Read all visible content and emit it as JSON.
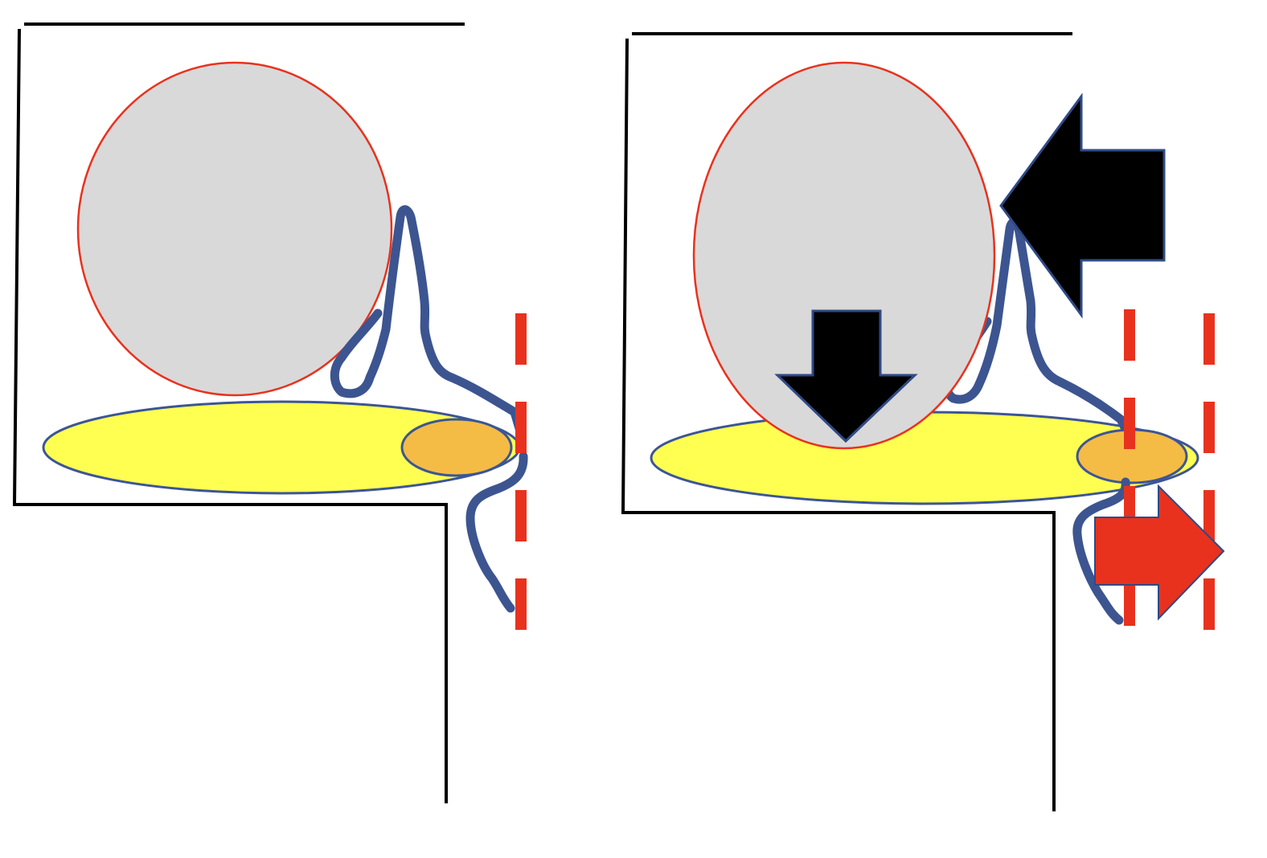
{
  "colors": {
    "background": "#ffffff",
    "outline": "#000000",
    "sphere_fill": "#d9d9d9",
    "sphere_stroke": "#e8321e",
    "plate_fill": "#ffff52",
    "plate_stroke": "#3c5596",
    "pad_fill": "#f4bc45",
    "strap": "#3c5590",
    "reference_line": "#e8321e",
    "force_arrow": "#000000",
    "force_arrow_stroke": "#2f4a86",
    "displacement_arrow": "#e8321e"
  },
  "panels": [
    {
      "state": "initial",
      "force_arrows": 0,
      "displacement_arrows": 0,
      "reference_lines": 1
    },
    {
      "state": "loaded",
      "force_arrows": 2,
      "displacement_arrows": 1,
      "reference_lines": 2
    }
  ]
}
